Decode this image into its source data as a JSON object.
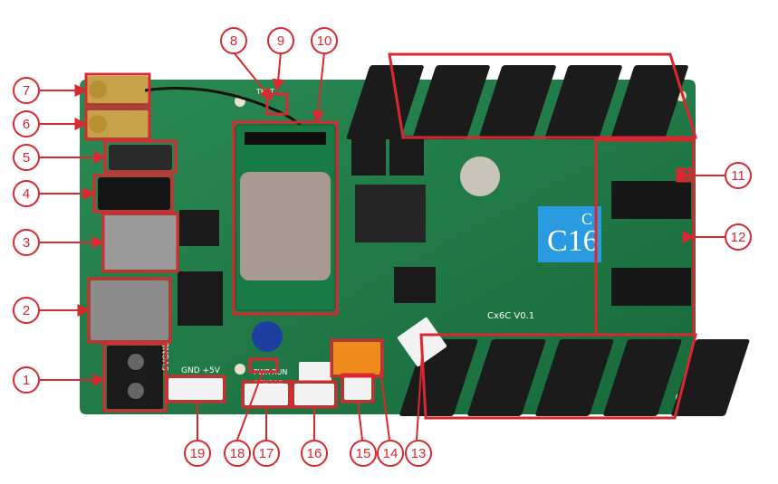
{
  "colors": {
    "pcb_green": "#1f7a45",
    "pcb_dark": "#145a32",
    "callout_red": "#d9282f",
    "chip_label_blue": "#2a9be0",
    "relay_orange": "#f08a1c",
    "connector_black": "#1b1b1b"
  },
  "board": {
    "silkscreen": {
      "power_label": "GND +5V",
      "pwr_led_label": "PWR",
      "run_led_label": "RUN",
      "sensor_label": "SENSOR",
      "version": "Cx6C V0.1",
      "test_label": "TEST",
      "voltage_side": "5VGND"
    },
    "chip_label": {
      "main": "C16",
      "sup": "C"
    }
  },
  "callouts": [
    {
      "n": "1"
    },
    {
      "n": "2"
    },
    {
      "n": "3"
    },
    {
      "n": "4"
    },
    {
      "n": "5"
    },
    {
      "n": "6"
    },
    {
      "n": "7"
    },
    {
      "n": "8"
    },
    {
      "n": "9"
    },
    {
      "n": "10"
    },
    {
      "n": "11"
    },
    {
      "n": "12"
    },
    {
      "n": "13"
    },
    {
      "n": "14"
    },
    {
      "n": "15"
    },
    {
      "n": "16"
    },
    {
      "n": "17"
    },
    {
      "n": "18"
    },
    {
      "n": "19"
    }
  ]
}
